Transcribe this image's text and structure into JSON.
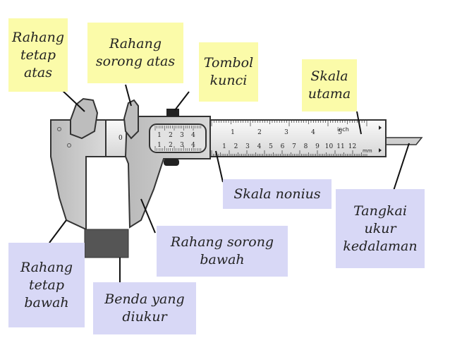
{
  "labels": {
    "rahang_tetap_atas": [
      "Rahang",
      "tetap",
      "atas"
    ],
    "rahang_sorong_atas": [
      "Rahang",
      "sorong atas"
    ],
    "tombol_kunci": [
      "Tombol",
      "kunci"
    ],
    "skala_utama": [
      "Skala",
      "utama"
    ],
    "skala_nonius": [
      "Skala nonius"
    ],
    "tangkai_ukur_kedalaman": [
      "Tangkai",
      "ukur",
      "kedalaman"
    ],
    "rahang_tetap_bawah": [
      "Rahang",
      "tetap",
      "bawah"
    ],
    "rahang_sorong_bawah": [
      "Rahang sorong",
      "bawah"
    ],
    "benda_yang_diukur": [
      "Benda yang",
      "diukur"
    ]
  },
  "scale": {
    "unit_top": "inch",
    "unit_bottom": "mm",
    "inch_numbers": [
      "1",
      "2",
      "3",
      "4",
      "5"
    ],
    "cm_numbers": [
      "1",
      "2",
      "3",
      "4",
      "5",
      "6",
      "7",
      "8",
      "9",
      "10",
      "11",
      "12"
    ],
    "zero": "0",
    "vernier_numbers": [
      "1",
      "2",
      "3",
      "4"
    ]
  },
  "colors": {
    "yellow_label": "#fbfba9",
    "blue_label": "#d8d8f6",
    "caliper_body": "#c8c8c8",
    "measured_object": "#555555"
  }
}
